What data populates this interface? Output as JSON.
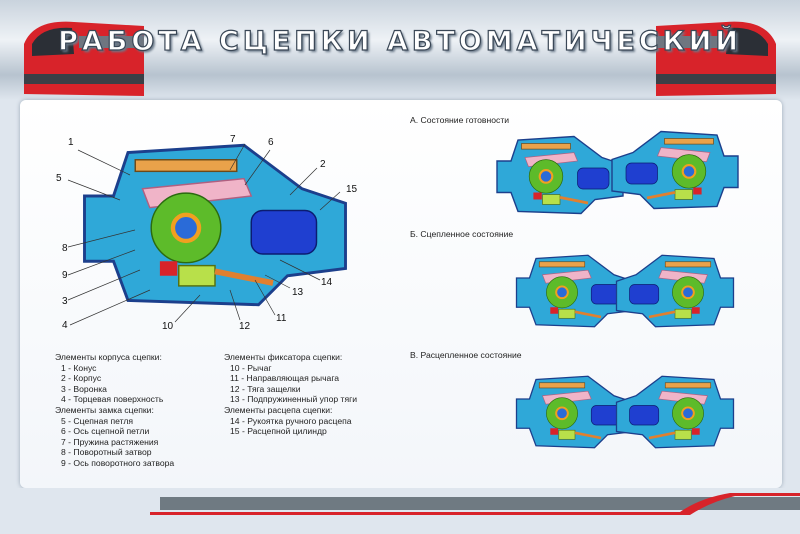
{
  "title": "РАБОТА СЦЕПКИ АВТОМАТИЧЕСКИЙ",
  "main_diagram": {
    "labels": [
      "1",
      "2",
      "3",
      "4",
      "5",
      "6",
      "7",
      "8",
      "9",
      "10",
      "11",
      "12",
      "13",
      "14",
      "15"
    ]
  },
  "states": [
    {
      "caption": "А. Состояние готовности"
    },
    {
      "caption": "Б. Сцепленное состояние"
    },
    {
      "caption": "В. Расцепленное состояние"
    }
  ],
  "legend_left": {
    "groups": [
      {
        "heading": "Элементы корпуса сцепки:",
        "items": [
          "1 - Конус",
          "2 - Корпус",
          "3 - Воронка",
          "4 - Торцевая поверхность"
        ]
      },
      {
        "heading": "Элементы замка сцепки:",
        "items": [
          "5 - Сцепная петля",
          "6 - Ось сцепной петли",
          "7 - Пружина растяжения",
          "8 - Поворотный затвор",
          "9 - Ось поворотного затвора"
        ]
      }
    ]
  },
  "legend_right": {
    "groups": [
      {
        "heading": "Элементы фиксатора сцепки:",
        "items": [
          "10 - Рычаг",
          "11 - Направляющая рычага",
          "12 - Тяга защелки",
          "13 - Подпружиненный упор тяги"
        ]
      },
      {
        "heading": "Элементы расцепа сцепки:",
        "items": [
          "14 - Рукоятка ручного расцепа",
          "15 - Расцепной цилиндр"
        ]
      }
    ]
  },
  "colors": {
    "body": "#2fa8d8",
    "outline": "#1c3f8c",
    "lock": "#5dbb2a",
    "loop": "#f0b4c8",
    "cylinder": "#1f3fd0",
    "accent": "#d8232a"
  }
}
